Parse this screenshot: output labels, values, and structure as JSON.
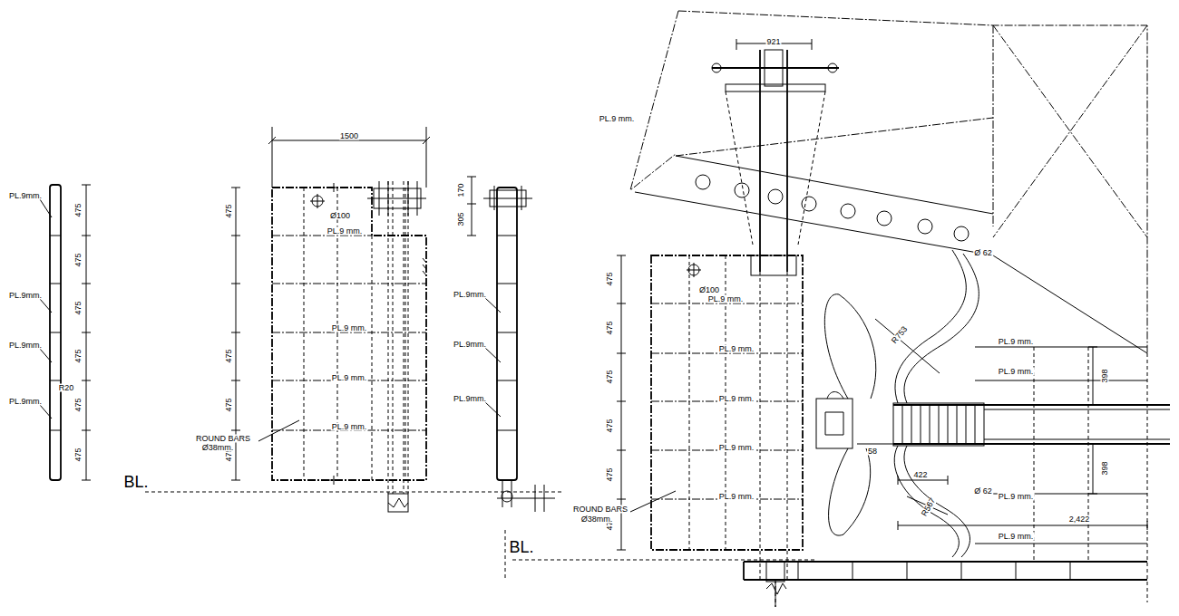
{
  "diagram": {
    "labels": [
      "PL.9mm.",
      "PL.9mm.",
      "PL.9mm.",
      "PL.9mm.",
      "R20",
      "475",
      "475",
      "475",
      "475",
      "475",
      "475",
      "1500",
      "475",
      "475",
      "475",
      "475",
      "Ø100",
      "PL.9 mm.",
      "PL.9 mm.",
      "PL.9 mm.",
      "PL.9 mm.",
      "ROUND BARS",
      "Ø38mm.",
      "BL.",
      "170",
      "305",
      "PL.9mm.",
      "PL.9mm.",
      "PL.9mm.",
      "PL.9 mm.",
      "921",
      "Ø 62",
      "R753",
      "Ø100",
      "PL.9 mm.",
      "PL.9 mm.",
      "PL.9 mm.",
      "PL.9 mm.",
      "PL.9 mm.",
      "PL.9 mm.",
      "PL.9 mm.",
      "PL.9 mm.",
      "PL.9 mm.",
      "398",
      "398",
      "58",
      "422",
      "Ø 62",
      "R567",
      "2,422",
      "475",
      "475",
      "475",
      "475",
      "475",
      "475",
      "ROUND BARS",
      "Ø38mm.",
      "BL."
    ]
  }
}
